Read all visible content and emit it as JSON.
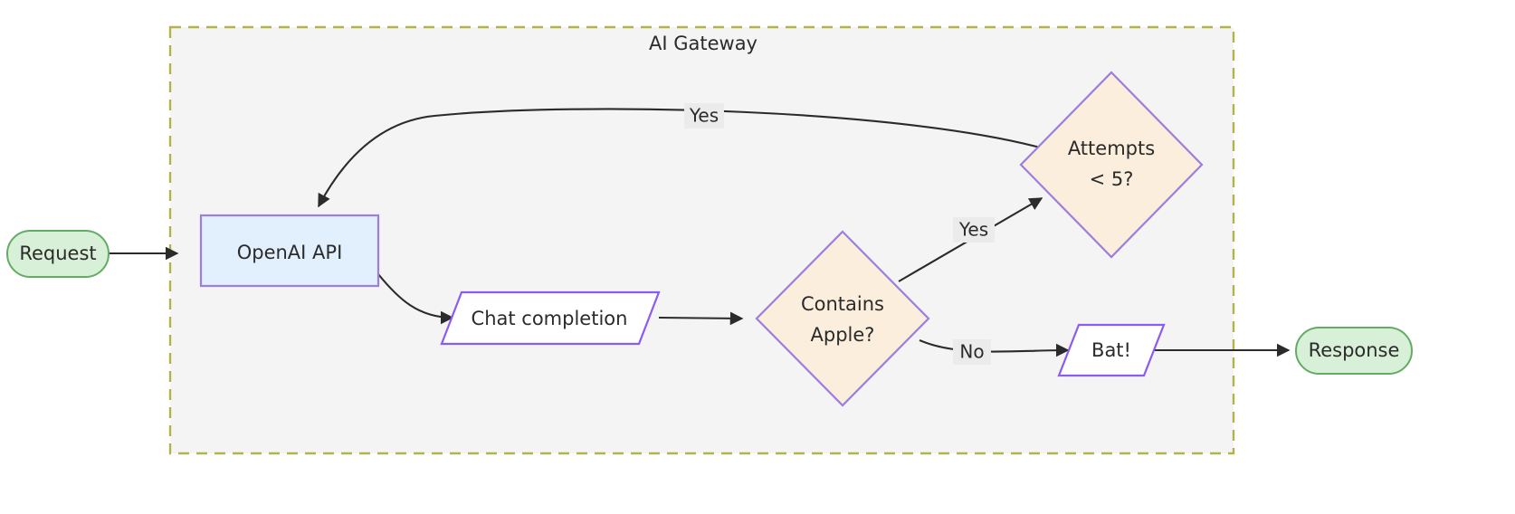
{
  "diagram": {
    "type": "flowchart",
    "title_visible": false,
    "background": "#ffffff",
    "cluster": {
      "label": "AI Gateway",
      "fill": "#f4f4f4",
      "stroke": "#b3b34d",
      "stroke_style": "dashed"
    },
    "palette": {
      "terminal_fill": "#d7f0d7",
      "terminal_stroke": "#64ab64",
      "process_fill": "#e2effc",
      "process_stroke": "#9b7ede",
      "decision_fill": "#fbeedc",
      "decision_stroke": "#9b7ede",
      "io_fill": "#ffffff",
      "io_stroke": "#8a5cf0",
      "edge_color": "#2b2b2b",
      "label_bg": "#ebebeb",
      "text_color": "#2b2b2b"
    },
    "nodes": [
      {
        "id": "request",
        "label": "Request",
        "shape": "stadium"
      },
      {
        "id": "openai",
        "label": "OpenAI API",
        "shape": "rectangle"
      },
      {
        "id": "chat",
        "label": "Chat completion",
        "shape": "parallelogram"
      },
      {
        "id": "contains",
        "label_line1": "Contains",
        "label_line2": "Apple?",
        "shape": "diamond"
      },
      {
        "id": "attempts",
        "label_line1": "Attempts",
        "label_line2": "< 5?",
        "shape": "diamond"
      },
      {
        "id": "bat",
        "label": "Bat!",
        "shape": "parallelogram"
      },
      {
        "id": "response",
        "label": "Response",
        "shape": "stadium"
      }
    ],
    "edges": [
      {
        "from": "request",
        "to": "openai",
        "label": ""
      },
      {
        "from": "openai",
        "to": "chat",
        "label": ""
      },
      {
        "from": "chat",
        "to": "contains",
        "label": ""
      },
      {
        "from": "contains",
        "to": "attempts",
        "label": "Yes"
      },
      {
        "from": "contains",
        "to": "bat",
        "label": "No"
      },
      {
        "from": "attempts",
        "to": "openai",
        "label": "Yes"
      },
      {
        "from": "bat",
        "to": "response",
        "label": ""
      }
    ]
  }
}
